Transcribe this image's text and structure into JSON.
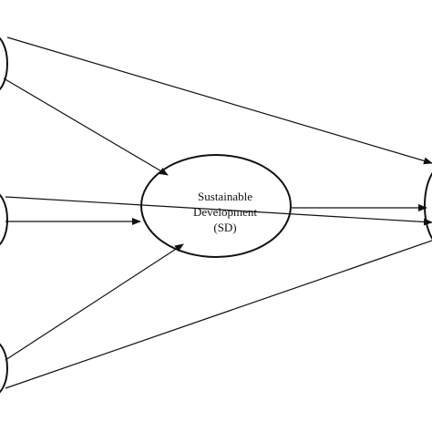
{
  "diagram": {
    "center_node": {
      "lines": [
        "Sustainable",
        "Development",
        "(SD)"
      ]
    },
    "colors": {
      "stroke": "#111111",
      "background": "#ffffff"
    }
  }
}
